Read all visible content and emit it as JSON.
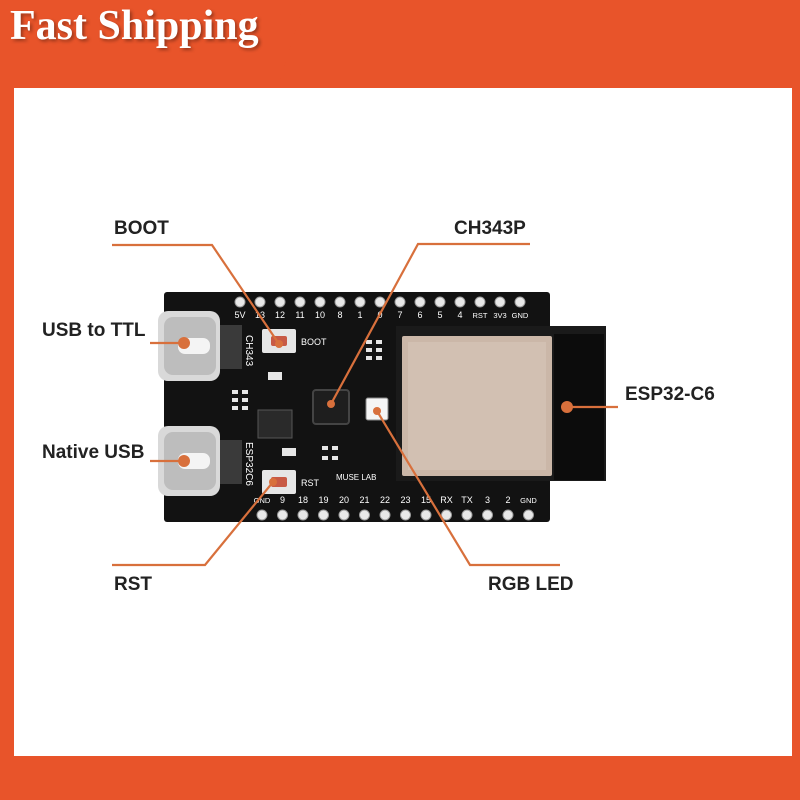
{
  "banner": {
    "text": "Fast Shipping"
  },
  "callouts": {
    "boot": "BOOT",
    "ch343p": "CH343P",
    "usb_ttl": "USB to TTL",
    "native_usb": "Native USB",
    "esp32": "ESP32-C6",
    "rst": "RST",
    "rgb_led": "RGB LED"
  },
  "board": {
    "top_pins": [
      "5V",
      "13",
      "12",
      "11",
      "10",
      "8",
      "1",
      "0",
      "7",
      "6",
      "5",
      "4",
      "RST",
      "3V3",
      "GND"
    ],
    "bottom_pins": [
      "GND",
      "9",
      "18",
      "19",
      "20",
      "21",
      "22",
      "23",
      "15",
      "RX",
      "TX",
      "3",
      "2",
      "GND"
    ],
    "silk_boot": "BOOT",
    "silk_rst": "RST",
    "silk_ch343": "CH343",
    "silk_esp32c6": "ESP32C6",
    "silk_brand": "MUSE LAB"
  },
  "colors": {
    "accent": "#E8542A",
    "board": "#121212",
    "module": "#CBB7A8",
    "line": "#D8703C"
  }
}
